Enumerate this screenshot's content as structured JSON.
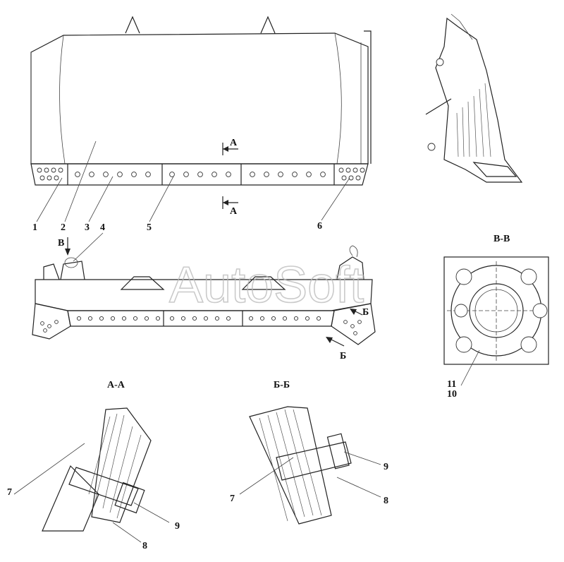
{
  "watermark": "AutoSoft",
  "sections": {
    "bb_top": "В-В",
    "aa": "А-А",
    "bb": "Б-Б"
  },
  "arrows": {
    "a_top": "А",
    "a_bottom": "А",
    "b_side_1": "Б",
    "b_side_2": "Б",
    "v_top": "В"
  },
  "callouts": {
    "c1": "1",
    "c2": "2",
    "c3": "3",
    "c4": "4",
    "c5": "5",
    "c6": "6",
    "c7a": "7",
    "c8a": "8",
    "c9a": "9",
    "c7b": "7",
    "c8b": "8",
    "c9b": "9",
    "c10": "10",
    "c11": "11"
  }
}
